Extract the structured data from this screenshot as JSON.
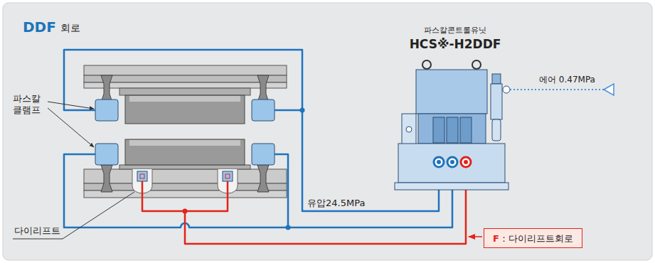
{
  "diagram": {
    "title": "DDF",
    "nodes": [
      {
        "text": [
          "파스칼콘트롤유닛",
          "HCS※-H2DDF"
        ]
      },
      {
        "text": [
          "F",
          "：다이리프트회로"
        ]
      }
    ],
    "labels": [
      "회로",
      "파스칼 클램프",
      "다이리프트",
      "유압24.5MPa",
      "에어 0.47MPa"
    ]
  }
}
